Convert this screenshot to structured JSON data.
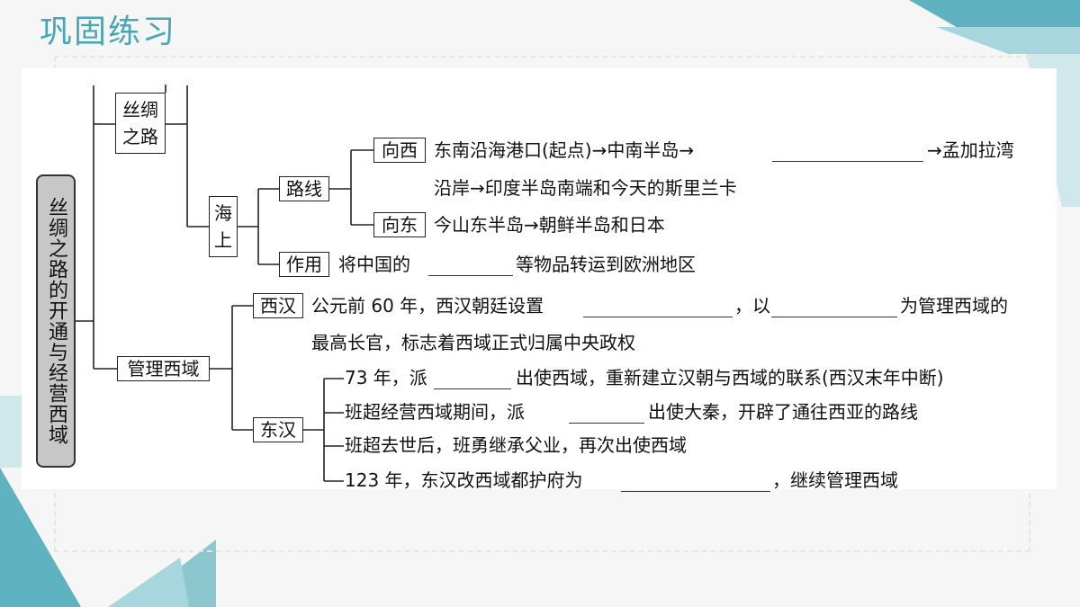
{
  "slide_title": "巩固练习",
  "root_label": "丝绸之路的开通与经营西域",
  "nodes": {
    "silk_road": "丝绸之路",
    "sea": "海上",
    "route": "路线",
    "west": "向西",
    "east": "向东",
    "effect": "作用",
    "manage": "管理西域",
    "western_han": "西汉",
    "eastern_han": "东汉"
  },
  "texts": {
    "west_line1_a": "东南沿海港口(起点)→中南半岛→",
    "west_line1_b": "→孟加拉湾",
    "west_line2": "沿岸→印度半岛南端和今天的斯里兰卡",
    "east_line": "今山东半岛→朝鲜半岛和日本",
    "effect_a": "将中国的",
    "effect_b": "等物品转运到欧洲地区",
    "wh_line1_a": "公元前 60 年，西汉朝廷设置",
    "wh_line1_b": "，以",
    "wh_line1_c": "为管理西域的",
    "wh_line2": "最高长官，标志着西域正式归属中央政权",
    "eh1_a": "73 年，派",
    "eh1_b": "出使西域，重新建立汉朝与西域的联系(西汉末年中断)",
    "eh2_a": "班超经营西域期间，派",
    "eh2_b": "出使大秦，开辟了通往西亚的路线",
    "eh3": "班超去世后，班勇继承父业，再次出使西域",
    "eh4_a": "123 年，东汉改西域都护府为",
    "eh4_b": "，继续管理西域"
  },
  "colors": {
    "accent": "#45a7b5",
    "root_fill": "#c7c7c7"
  }
}
